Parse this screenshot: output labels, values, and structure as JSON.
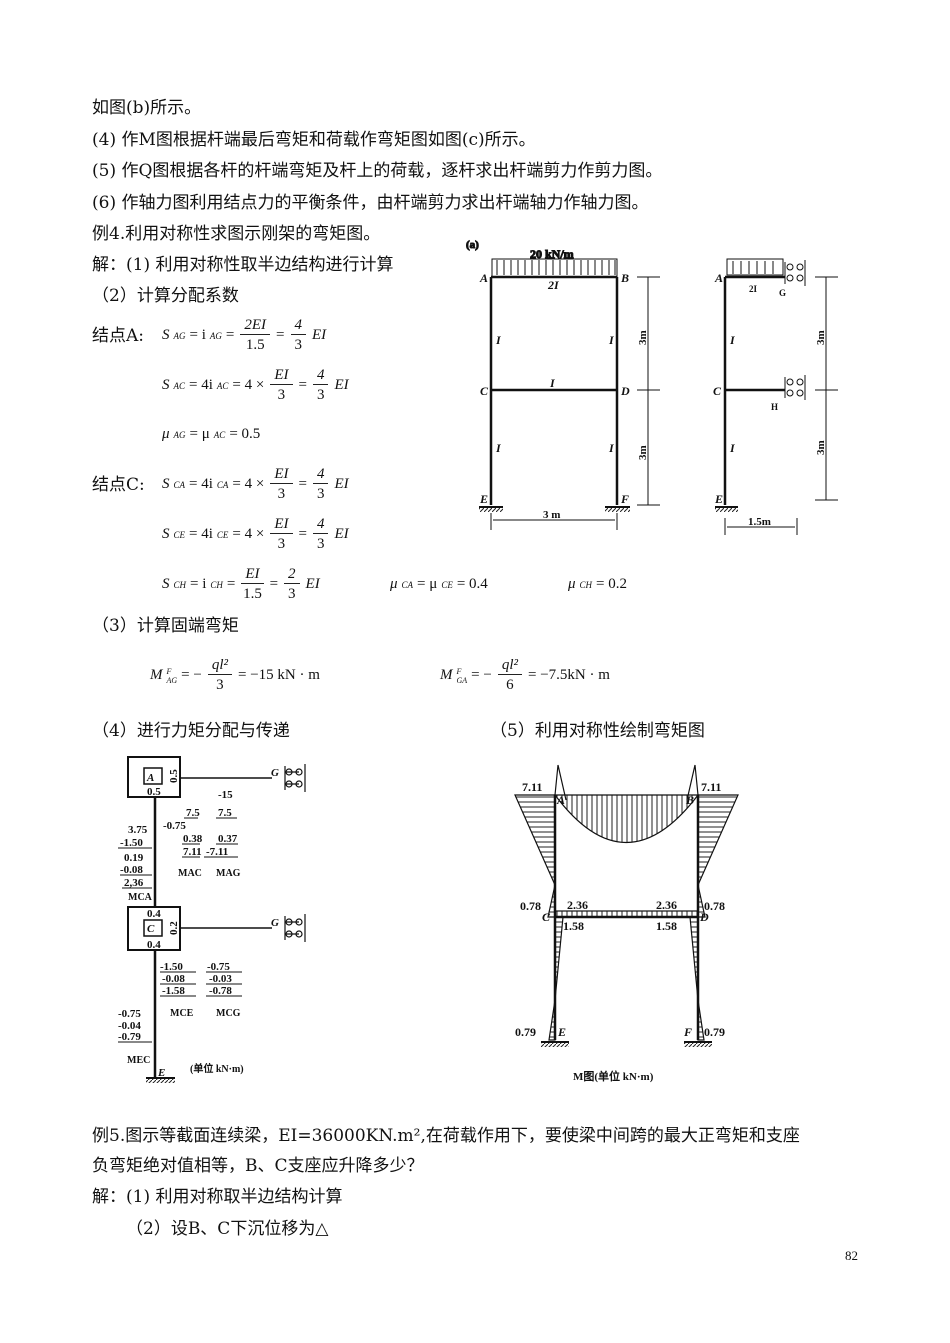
{
  "lines": {
    "l1": "如图(b)所示。",
    "l2": "(4) 作M图根据杆端最后弯矩和荷载作弯矩图如图(c)所示。",
    "l3": "(5) 作Q图根据各杆的杆端弯矩及杆上的荷载，逐杆求出杆端剪力作剪力图。",
    "l4": "(6) 作轴力图利用结点力的平衡条件，由杆端剪力求出杆端轴力作轴力图。",
    "l5": "例4.利用对称性求图示刚架的弯矩图。",
    "l6": "解：(1) 利用对称性取半边结构进行计算",
    "l7": "（2）计算分配系数",
    "l8": "（3）计算固端弯矩",
    "l9": "（4）进行力矩分配与传递",
    "l10": "（5）利用对称性绘制弯矩图",
    "l11": "例5.图示等截面连续梁，EI=36000KN.m²,在荷载作用下，要使梁中间跨的最大正弯矩和支座",
    "l12": "负弯矩绝对值相等，B、C支座应升降多少？",
    "l13": "解：(1) 利用对称取半边结构计算",
    "l14": "（2）设B、C下沉位移为△"
  },
  "formulas": {
    "node_a": "结点A:",
    "node_c": "结点C:",
    "s_ag": {
      "s": "S",
      "s_sub": "AG",
      "i": "= i",
      "i_sub": "AG",
      "n1": "2EI",
      "d1": "1.5",
      "n2": "4",
      "d2": "3",
      "tail": "EI"
    },
    "s_ac": {
      "s": "S",
      "s_sub": "AC",
      "i": "= 4i",
      "i_sub": "AC",
      "mul": "= 4 ×",
      "n1": "EI",
      "d1": "3",
      "n2": "4",
      "d2": "3",
      "tail": "EI"
    },
    "mu_a": {
      "m1": "μ",
      "m1_sub": "AG",
      "m2": "= μ",
      "m2_sub": "AC",
      "val": "= 0.5"
    },
    "s_ca": {
      "s": "S",
      "s_sub": "CA",
      "i": "= 4i",
      "i_sub": "CA",
      "mul": "= 4 ×",
      "n1": "EI",
      "d1": "3",
      "n2": "4",
      "d2": "3",
      "tail": "EI"
    },
    "s_ce": {
      "s": "S",
      "s_sub": "CE",
      "i": "= 4i",
      "i_sub": "CE",
      "mul": "= 4 ×",
      "n1": "EI",
      "d1": "3",
      "n2": "4",
      "d2": "3",
      "tail": "EI"
    },
    "s_ch": {
      "s": "S",
      "s_sub": "CH",
      "i": "= i",
      "i_sub": "CH",
      "n1": "EI",
      "d1": "1.5",
      "n2": "2",
      "d2": "3",
      "tail": "EI"
    },
    "mu_c": {
      "m1": "μ",
      "m1_sub": "CA",
      "m2": "= μ",
      "m2_sub": "CE",
      "val": "= 0.4"
    },
    "mu_ch": {
      "m1": "μ",
      "m1_sub": "CH",
      "val": "= 0.2"
    },
    "m_ag": {
      "m": "M",
      "sup": "F",
      "sub": "AG",
      "eq": "= −",
      "n": "ql²",
      "d": "3",
      "res": "= −15 kN · m"
    },
    "m_ga": {
      "m": "M",
      "sup": "F",
      "sub": "GA",
      "eq": "= −",
      "n": "ql²",
      "d": "6",
      "res": "= −7.5kN · m"
    }
  },
  "figure_a": {
    "tag": "(a)",
    "load": "20 kN/m",
    "nodes": {
      "A": "A",
      "B": "B",
      "C": "C",
      "D": "D",
      "E": "E",
      "F": "F",
      "G": "G",
      "H": "H"
    },
    "stiff": {
      "beam_top": "2I",
      "beam_mid": "I",
      "col": "I",
      "half_top": "2I"
    },
    "dims": {
      "h1": "3m",
      "h2": "3m",
      "span": "3 m",
      "half_span": "1.5m"
    }
  },
  "distribution": {
    "node_a": "A",
    "node_c": "C",
    "g": "G",
    "e": "E",
    "a_right": "0.5",
    "a_bottom": "0.5",
    "c_top": "0.4",
    "c_right": "0.2",
    "c_bottom": "0.4",
    "ag_col": [
      "-15",
      "7.5",
      "0.37",
      "-7.11"
    ],
    "ac_col": [
      "7.5",
      "-0.75",
      "0.38",
      "7.11"
    ],
    "ca_col": [
      "3.75",
      "-1.50",
      "0.19",
      "-0.08",
      "2,36"
    ],
    "ce_col": [
      "-1.50",
      "-0.08",
      "-1.58"
    ],
    "cg_col": [
      "-0.75",
      "-0.03",
      "-0.78"
    ],
    "ec_col": [
      "-0.75",
      "-0.04",
      "-0.79"
    ],
    "labels": {
      "mac": "MAC",
      "mag": "MAG",
      "mca": "MCA",
      "mce": "MCE",
      "mcg": "MCG",
      "mec": "MEC"
    },
    "unit": "(单位 kN·m)"
  },
  "moment_diagram": {
    "a_val": "7.11",
    "b_val": "7.11",
    "c_top": "0.78",
    "c_beam": "2.36",
    "c_bottom": "1.58",
    "d_top": "0.78",
    "d_beam": "2.36",
    "d_bottom": "1.58",
    "e_val": "0.79",
    "f_val": "0.79",
    "nodes": {
      "A": "A",
      "B": "B",
      "C": "C",
      "D": "D",
      "E": "E",
      "F": "F"
    },
    "caption": "M图(单位 kN·m)"
  },
  "page_number": "82"
}
